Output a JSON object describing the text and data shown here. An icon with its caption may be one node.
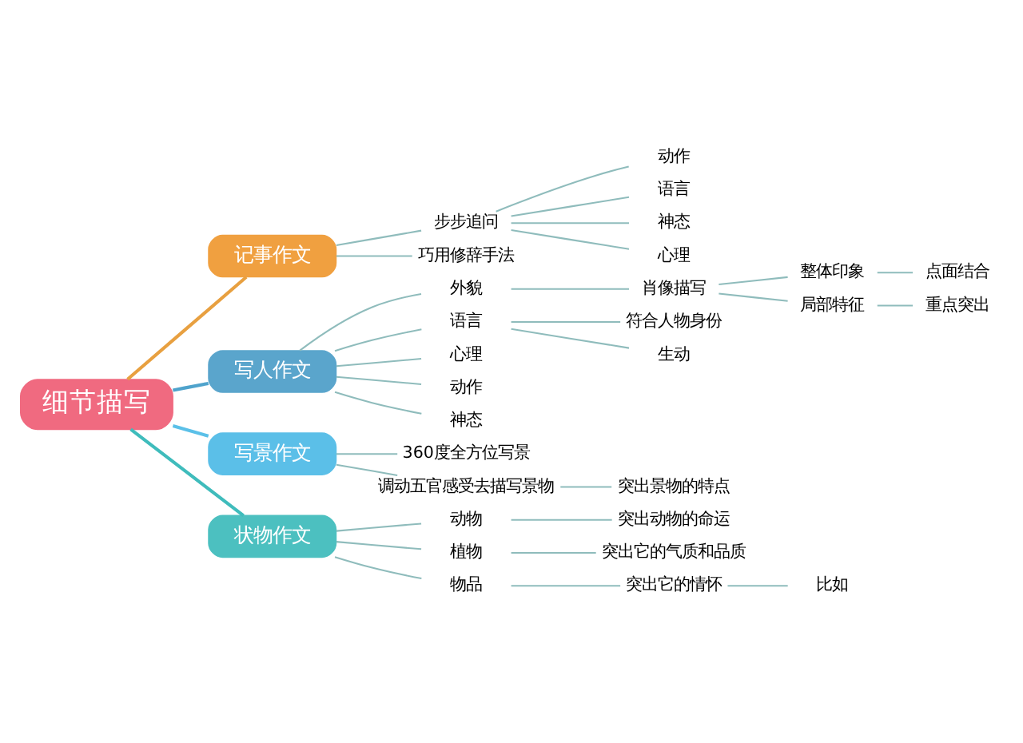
{
  "diagram": {
    "nodes": [
      {
        "text": [
          "细节描写"
        ]
      },
      {
        "text": [
          "记事作文"
        ]
      },
      {
        "text": [
          "步步追问"
        ]
      },
      {
        "text": [
          "动作"
        ]
      },
      {
        "text": [
          "语言"
        ]
      },
      {
        "text": [
          "神态"
        ]
      },
      {
        "text": [
          "心理"
        ]
      },
      {
        "text": [
          "巧用修辞手法"
        ]
      },
      {
        "text": [
          "写人作文"
        ]
      },
      {
        "text": [
          "外貌"
        ]
      },
      {
        "text": [
          "肖像描写"
        ]
      },
      {
        "text": [
          "整体印象"
        ]
      },
      {
        "text": [
          "点面结合"
        ]
      },
      {
        "text": [
          "局部特征"
        ]
      },
      {
        "text": [
          "重点突出"
        ]
      },
      {
        "text": [
          "语言"
        ]
      },
      {
        "text": [
          "符合人物身份"
        ]
      },
      {
        "text": [
          "生动"
        ]
      },
      {
        "text": [
          "心理"
        ]
      },
      {
        "text": [
          "动作"
        ]
      },
      {
        "text": [
          "神态"
        ]
      },
      {
        "text": [
          "写景作文"
        ]
      },
      {
        "text": [
          "360度全方位写景"
        ]
      },
      {
        "text": [
          "调动五官感受去描写景物"
        ]
      },
      {
        "text": [
          "突出景物的特点"
        ]
      },
      {
        "text": [
          "状物作文"
        ]
      },
      {
        "text": [
          "动物"
        ]
      },
      {
        "text": [
          "突出动物的命运"
        ]
      },
      {
        "text": [
          "植物"
        ]
      },
      {
        "text": [
          "突出它的气质和品质"
        ]
      },
      {
        "text": [
          "物品"
        ]
      },
      {
        "text": [
          "突出它的情怀"
        ]
      },
      {
        "text": [
          "比如"
        ]
      }
    ],
    "edges": [
      {
        "from": 0,
        "to": 1,
        "arrow": "none",
        "color": "#e8a040"
      },
      {
        "from": 1,
        "to": 2,
        "arrow": "none"
      },
      {
        "from": 2,
        "to": 3,
        "arrow": "none"
      },
      {
        "from": 2,
        "to": 4,
        "arrow": "none"
      },
      {
        "from": 2,
        "to": 5,
        "arrow": "none"
      },
      {
        "from": 2,
        "to": 6,
        "arrow": "none"
      },
      {
        "from": 1,
        "to": 7,
        "arrow": "none"
      },
      {
        "from": 0,
        "to": 8,
        "arrow": "none",
        "color": "#4fa3cc"
      },
      {
        "from": 8,
        "to": 9,
        "arrow": "none"
      },
      {
        "from": 9,
        "to": 10,
        "arrow": "none"
      },
      {
        "from": 10,
        "to": 11,
        "arrow": "none"
      },
      {
        "from": 11,
        "to": 12,
        "arrow": "none"
      },
      {
        "from": 10,
        "to": 13,
        "arrow": "none"
      },
      {
        "from": 13,
        "to": 14,
        "arrow": "none"
      },
      {
        "from": 8,
        "to": 15,
        "arrow": "none"
      },
      {
        "from": 15,
        "to": 16,
        "arrow": "none"
      },
      {
        "from": 15,
        "to": 17,
        "arrow": "none"
      },
      {
        "from": 8,
        "to": 18,
        "arrow": "none"
      },
      {
        "from": 8,
        "to": 19,
        "arrow": "none"
      },
      {
        "from": 8,
        "to": 20,
        "arrow": "none"
      },
      {
        "from": 0,
        "to": 21,
        "arrow": "none",
        "color": "#5bc0e8"
      },
      {
        "from": 21,
        "to": 22,
        "arrow": "none"
      },
      {
        "from": 21,
        "to": 23,
        "arrow": "none"
      },
      {
        "from": 23,
        "to": 24,
        "arrow": "none"
      },
      {
        "from": 0,
        "to": 25,
        "arrow": "none",
        "color": "#3fbcbc"
      },
      {
        "from": 25,
        "to": 26,
        "arrow": "none"
      },
      {
        "from": 26,
        "to": 27,
        "arrow": "none"
      },
      {
        "from": 25,
        "to": 28,
        "arrow": "none"
      },
      {
        "from": 28,
        "to": 29,
        "arrow": "none"
      },
      {
        "from": 25,
        "to": 30,
        "arrow": "none"
      },
      {
        "from": 30,
        "to": 31,
        "arrow": "none"
      },
      {
        "from": 31,
        "to": 32,
        "arrow": "none"
      }
    ]
  }
}
